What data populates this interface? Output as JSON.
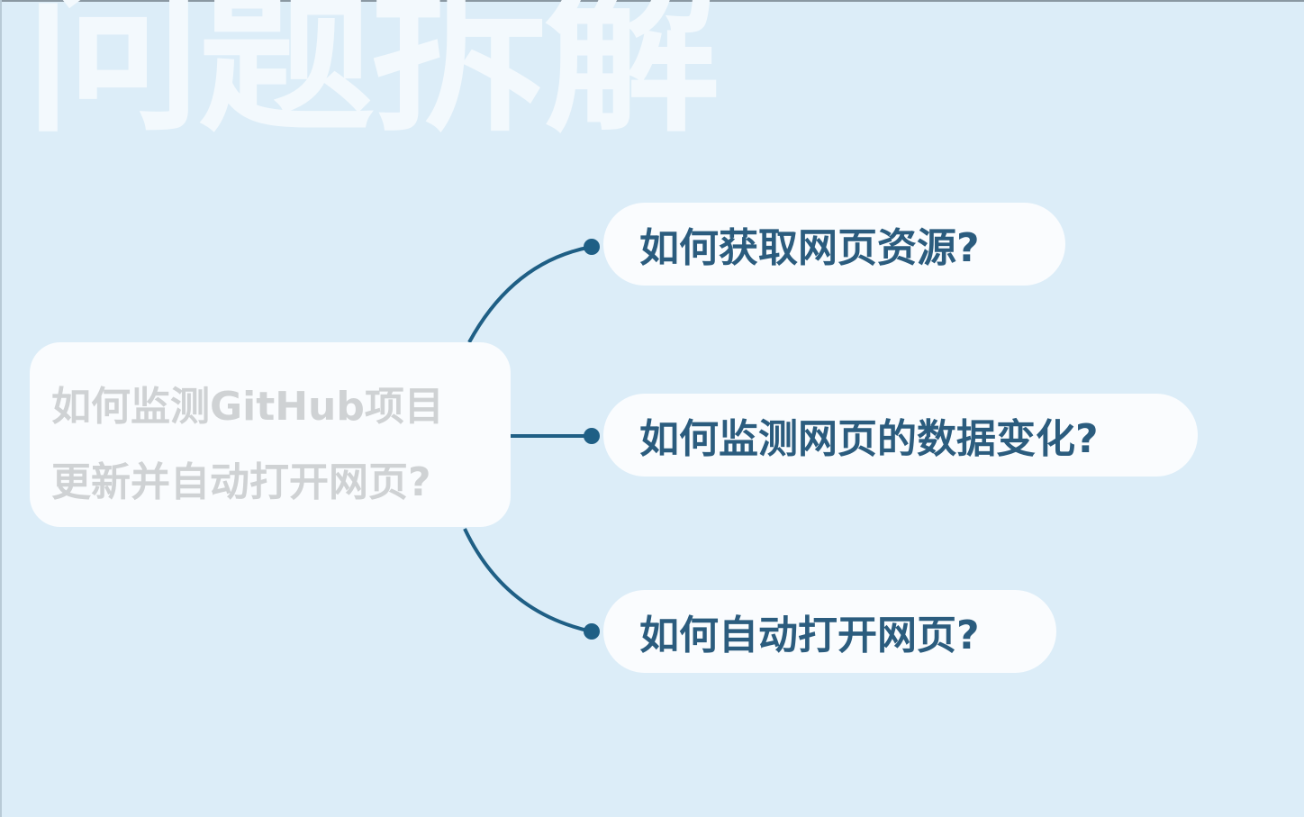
{
  "watermark_title": "问题拆解",
  "root": {
    "line1": "如何监测GitHub项目",
    "line2": "更新并自动打开网页?"
  },
  "branches": [
    {
      "label": "如何获取网页资源?"
    },
    {
      "label": "如何监测网页的数据变化?"
    },
    {
      "label": "如何自动打开网页?"
    }
  ],
  "colors": {
    "background": "#dcedf8",
    "node_fill": "#fafcfe",
    "connector": "#1f5f85",
    "branch_text": "#2b5c7e",
    "root_text": "#cfd2d4",
    "watermark": "#f3f9fd"
  }
}
